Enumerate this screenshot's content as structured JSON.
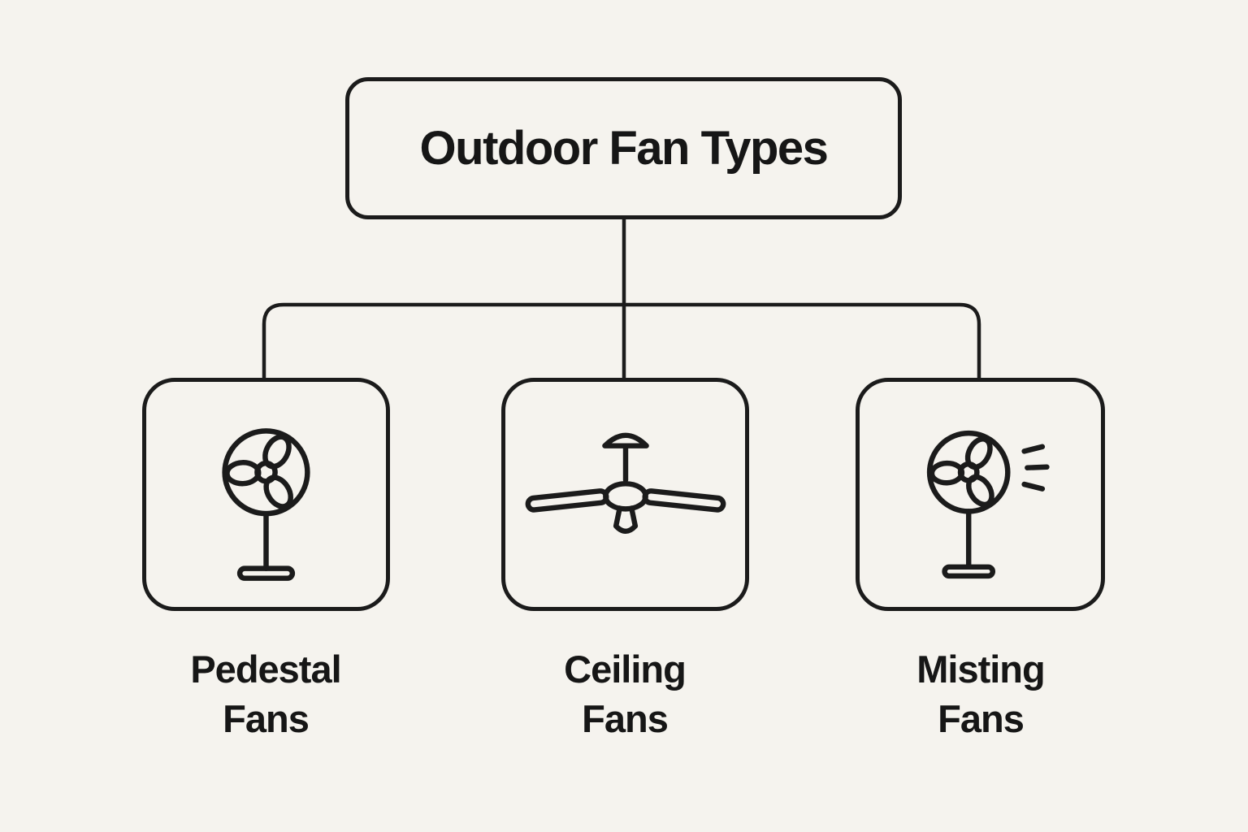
{
  "diagram": {
    "title": "Outdoor Fan Types",
    "nodes": [
      {
        "id": "pedestal-fans",
        "label_line1": "Pedestal",
        "label_line2": "Fans",
        "icon": "pedestal-fan-icon"
      },
      {
        "id": "ceiling-fans",
        "label_line1": "Ceiling",
        "label_line2": "Fans",
        "icon": "ceiling-fan-icon"
      },
      {
        "id": "misting-fans",
        "label_line1": "Misting",
        "label_line2": "Fans",
        "icon": "misting-fan-icon"
      }
    ],
    "colors": {
      "background": "#f5f3ee",
      "stroke": "#1b1b1b",
      "text": "#161616"
    }
  }
}
